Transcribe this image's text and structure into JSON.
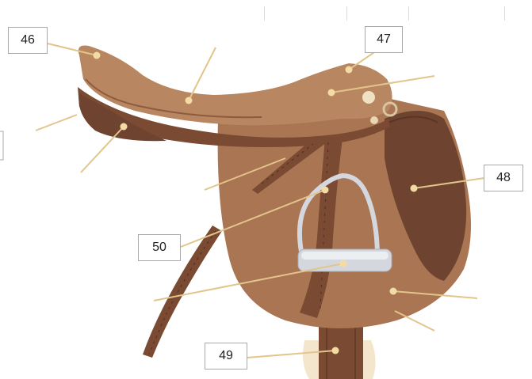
{
  "labels": {
    "l46": "46",
    "l47": "47",
    "l48": "48",
    "l49": "49",
    "l50": "50"
  },
  "colors": {
    "saddle_main": "#a97552",
    "saddle_light": "#b88660",
    "saddle_dark": "#7a4a32",
    "panel_dark": "#6e4430",
    "stirrup": "#d4d8de",
    "leader_line": "#e2c58a",
    "leader_dot": "#f2dca4",
    "fleece": "#f3e6cc"
  }
}
